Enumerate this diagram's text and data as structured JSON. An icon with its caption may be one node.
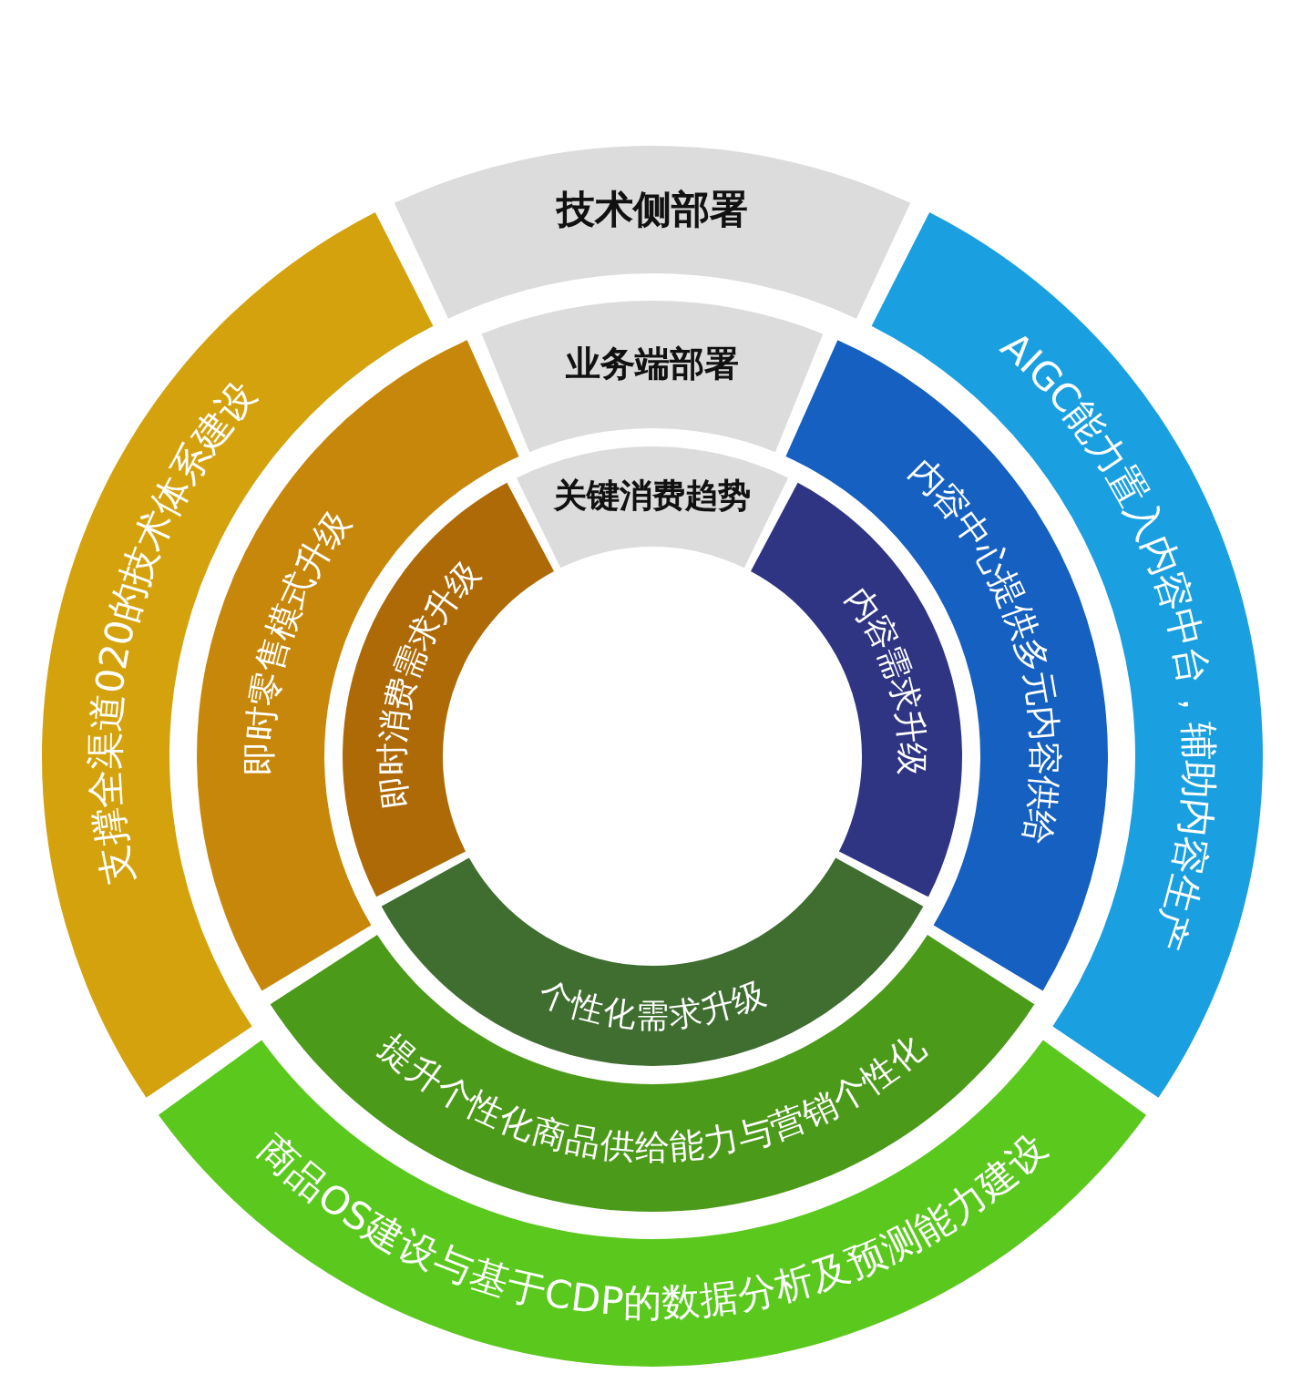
{
  "diagram": {
    "nodes": [
      {
        "text": [
          "技术侧部署"
        ]
      },
      {
        "text": [
          "业务端部署"
        ]
      },
      {
        "text": [
          "关键消费趋势"
        ]
      },
      {
        "text": [
          "支撑全渠道020的技术体系建设"
        ]
      },
      {
        "text": [
          "即时零售模式升级"
        ]
      },
      {
        "text": [
          "即时消费需求升级"
        ]
      },
      {
        "text": [
          "内容需求升级"
        ]
      },
      {
        "text": [
          "内容中心提供多元内容供给"
        ]
      },
      {
        "text": [
          "AIGC能力置入内容中台，辅助内容生产"
        ]
      },
      {
        "text": [
          "个性化需求升级"
        ]
      },
      {
        "text": [
          "提升个性化商品供给能力与营销个性化"
        ]
      },
      {
        "text": [
          "商品OS建设与基于CDP的数据分析及预测能力建设"
        ]
      }
    ]
  }
}
